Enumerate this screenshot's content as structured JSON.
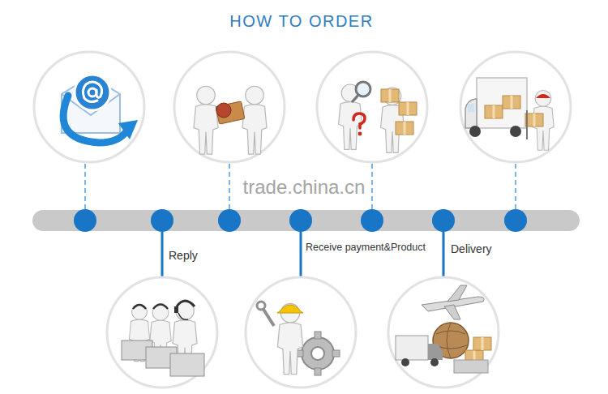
{
  "diagram": {
    "title": "HOW TO ORDER",
    "labels": [
      "trade.china.cn",
      "Reply",
      "Receive payment&Product",
      "Delivery"
    ]
  }
}
